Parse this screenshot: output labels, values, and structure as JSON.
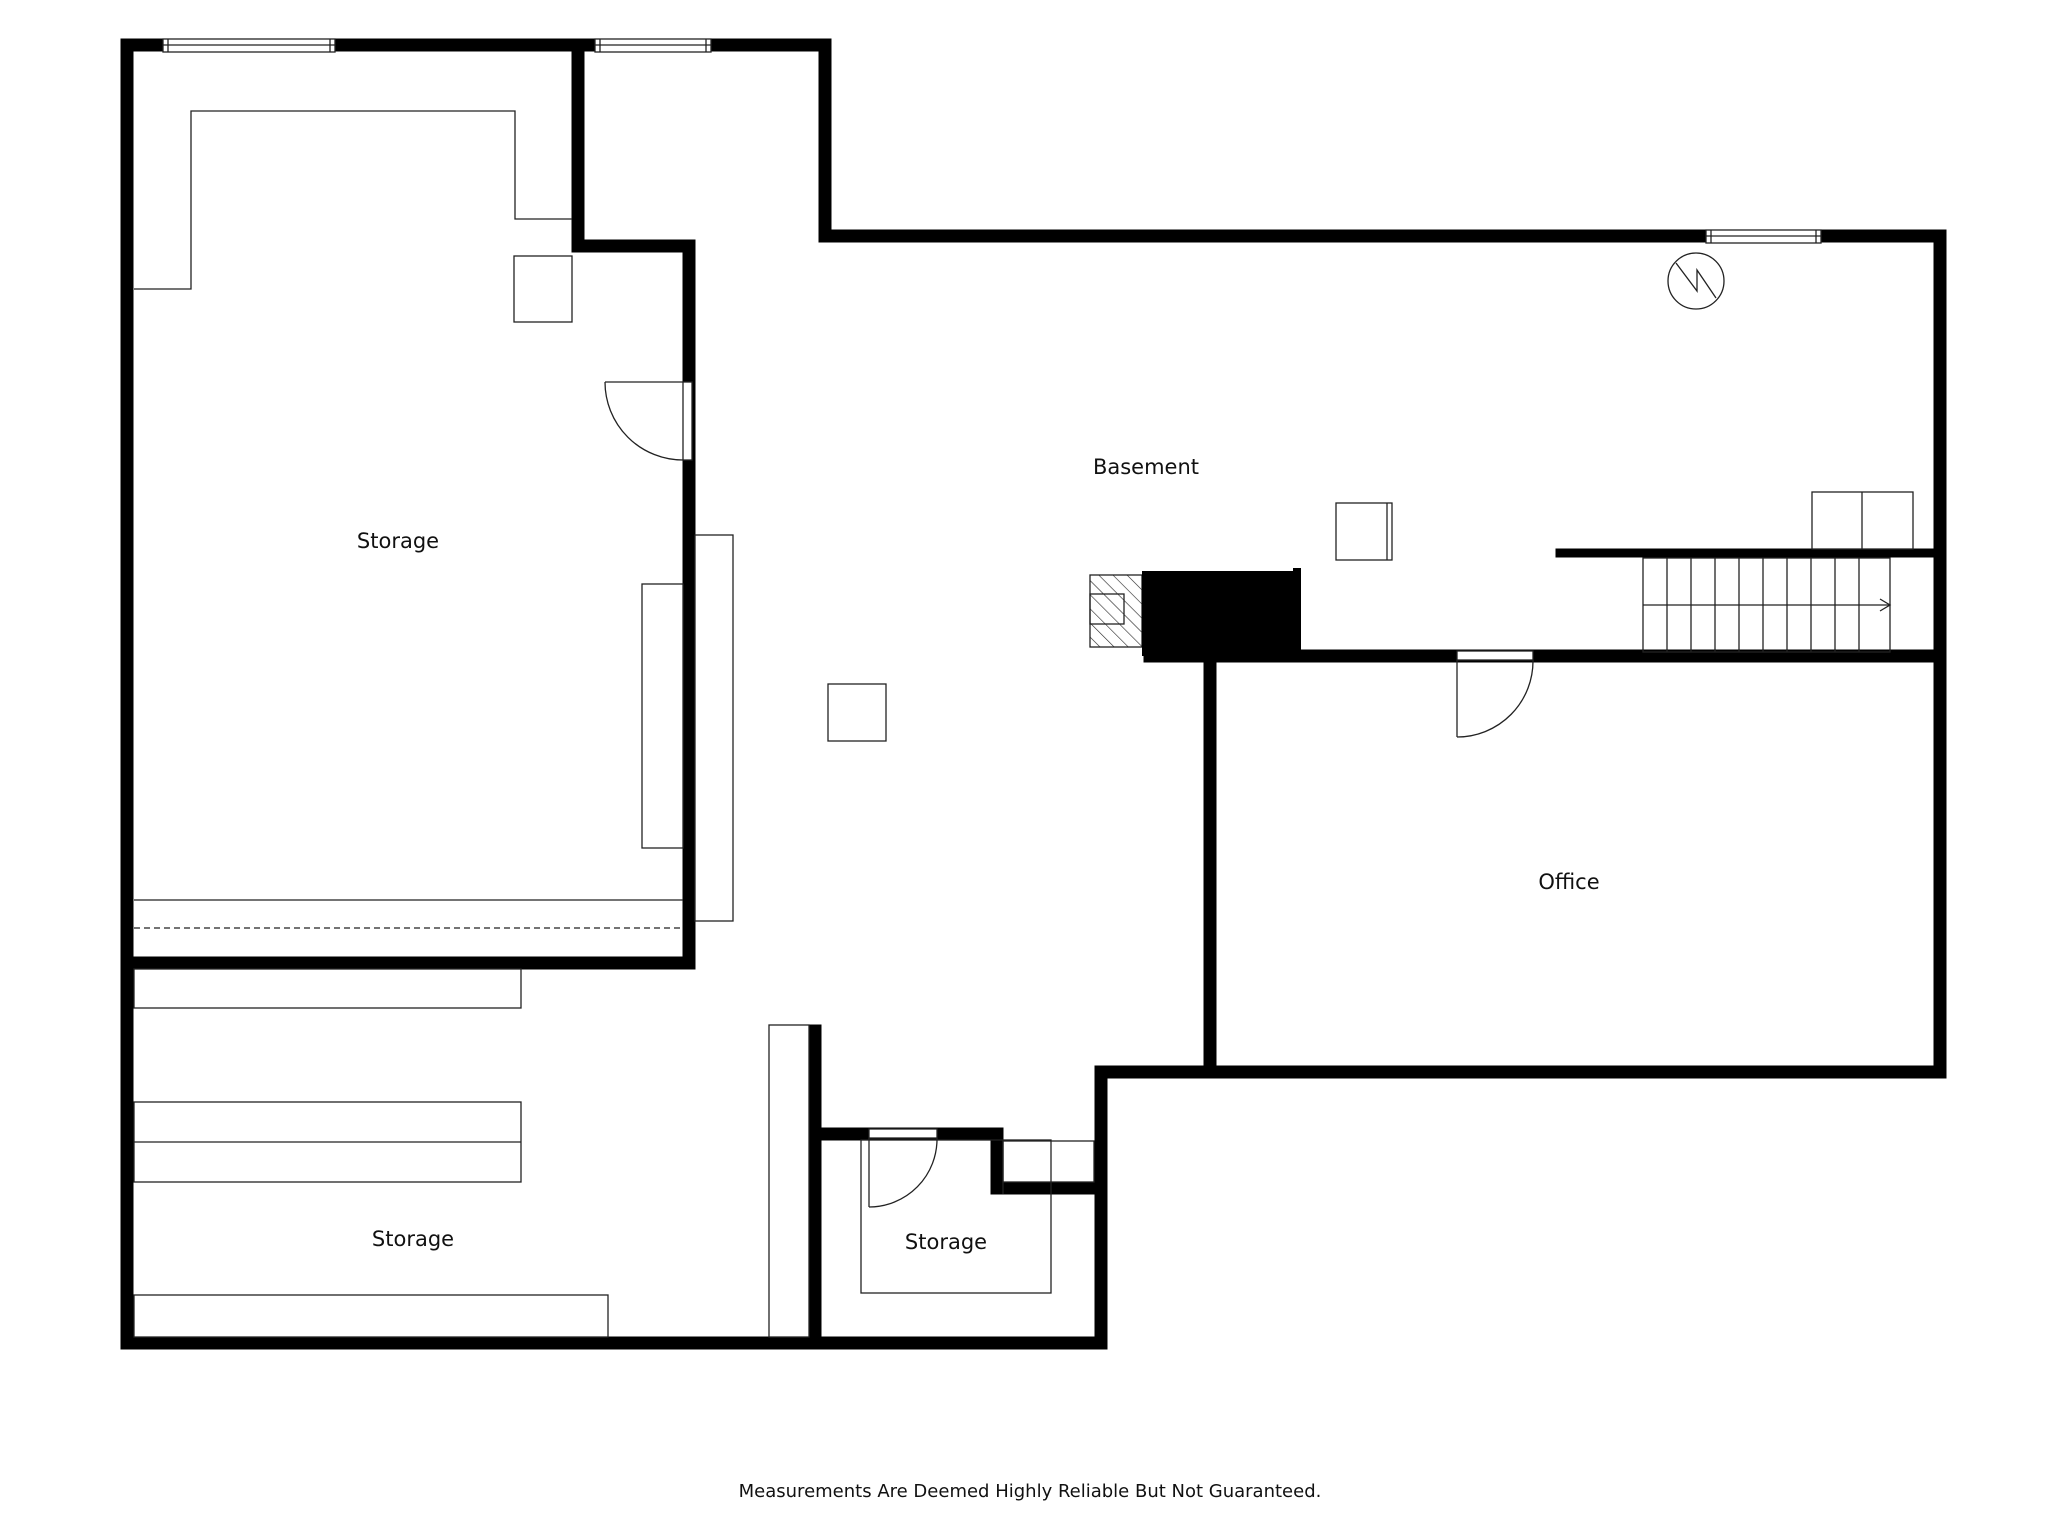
{
  "rooms": {
    "storage_main": "Storage",
    "basement": "Basement",
    "office": "Office",
    "storage_lower": "Storage",
    "storage_small": "Storage"
  },
  "footer": {
    "disclaimer": "Measurements Are Deemed Highly Reliable But Not Guaranteed."
  },
  "colors": {
    "wall": "#000000",
    "background": "#ffffff",
    "fixture_line": "#222222"
  },
  "icons": {
    "water_heater": "water-heater-icon",
    "stairs": "stairs-icon",
    "chimney": "chimney-icon"
  }
}
